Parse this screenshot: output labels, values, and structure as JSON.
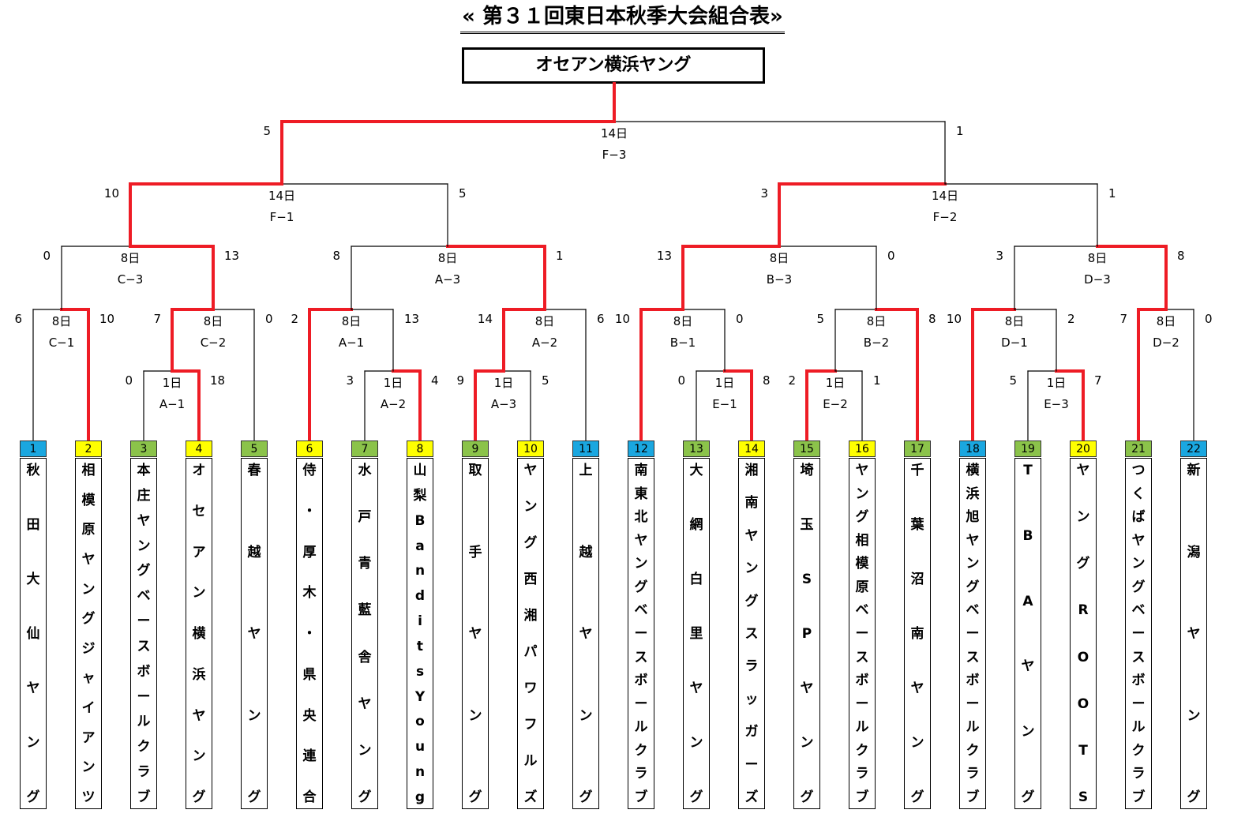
{
  "title": "« 第３１回東日本秋季大会組合表»",
  "champion": "オセアン横浜ヤング",
  "colors": {
    "winner_line": "#ee1c25",
    "line": "#000000",
    "blue": "#1aa7e0",
    "yellow": "#ffff00",
    "green": "#8bc34a"
  },
  "teams": [
    {
      "num": "1",
      "name": "秋田大仙ヤング",
      "color": "blue"
    },
    {
      "num": "2",
      "name": "相模原ヤングジャイアンツ",
      "color": "yellow"
    },
    {
      "num": "3",
      "name": "本庄ヤングベースボールクラブ",
      "color": "green"
    },
    {
      "num": "4",
      "name": "オセアン横浜ヤング",
      "color": "yellow"
    },
    {
      "num": "5",
      "name": "春越ヤング",
      "color": "green"
    },
    {
      "num": "6",
      "name": "侍・厚木・県央連合",
      "color": "yellow"
    },
    {
      "num": "7",
      "name": "水戸青藍舎ヤング",
      "color": "green"
    },
    {
      "num": "8",
      "name": "山梨BanditsYoung",
      "color": "yellow"
    },
    {
      "num": "9",
      "name": "取手ヤング",
      "color": "green"
    },
    {
      "num": "10",
      "name": "ヤング西湘パワフルズ",
      "color": "yellow"
    },
    {
      "num": "11",
      "name": "上越ヤング",
      "color": "blue"
    },
    {
      "num": "12",
      "name": "南東北ヤングベースボールクラブ",
      "color": "blue"
    },
    {
      "num": "13",
      "name": "大網白里ヤング",
      "color": "green"
    },
    {
      "num": "14",
      "name": "湘南ヤングスラッガーズ",
      "color": "yellow"
    },
    {
      "num": "15",
      "name": "埼玉SPヤング",
      "color": "green"
    },
    {
      "num": "16",
      "name": "ヤング相模原ベースボールクラブ",
      "color": "yellow"
    },
    {
      "num": "17",
      "name": "千葉沼南ヤング",
      "color": "green"
    },
    {
      "num": "18",
      "name": "横浜旭ヤングベースボールクラブ",
      "color": "blue"
    },
    {
      "num": "19",
      "name": "TBAヤング",
      "color": "green"
    },
    {
      "num": "20",
      "name": "ヤングROOTS",
      "color": "yellow"
    },
    {
      "num": "21",
      "name": "つくばヤングベースボールクラブ",
      "color": "green"
    },
    {
      "num": "22",
      "name": "新潟ヤング",
      "color": "blue"
    }
  ],
  "matches": [
    {
      "id": "A-1",
      "day": "1日",
      "ls": "0",
      "rs": "18"
    },
    {
      "id": "A-2",
      "day": "1日",
      "ls": "3",
      "rs": "4"
    },
    {
      "id": "A-3",
      "day": "1日",
      "ls": "9",
      "rs": "5"
    },
    {
      "id": "E-1",
      "day": "1日",
      "ls": "0",
      "rs": "8"
    },
    {
      "id": "E-2",
      "day": "1日",
      "ls": "2",
      "rs": "1"
    },
    {
      "id": "E-3",
      "day": "1日",
      "ls": "5",
      "rs": "7"
    },
    {
      "id": "C-1",
      "day": "8日",
      "ls": "6",
      "rs": "10"
    },
    {
      "id": "C-2",
      "day": "8日",
      "ls": "7",
      "rs": "0"
    },
    {
      "id": "A-1b",
      "label": "A−1",
      "day": "8日",
      "ls": "2",
      "rs": "13"
    },
    {
      "id": "A-2b",
      "label": "A−2",
      "day": "8日",
      "ls": "14",
      "rs": "6"
    },
    {
      "id": "B-1",
      "day": "8日",
      "ls": "10",
      "rs": "0"
    },
    {
      "id": "B-2",
      "day": "8日",
      "ls": "5",
      "rs": "8"
    },
    {
      "id": "D-1",
      "day": "8日",
      "ls": "10",
      "rs": "2"
    },
    {
      "id": "D-2",
      "day": "8日",
      "ls": "7",
      "rs": "0"
    },
    {
      "id": "C-3",
      "day": "8日",
      "ls": "0",
      "rs": "13"
    },
    {
      "id": "A-3b",
      "label": "A−3",
      "day": "8日",
      "ls": "8",
      "rs": "1"
    },
    {
      "id": "B-3",
      "day": "8日",
      "ls": "13",
      "rs": "0"
    },
    {
      "id": "D-3",
      "day": "8日",
      "ls": "3",
      "rs": "8"
    },
    {
      "id": "F-1",
      "day": "14日",
      "ls": "10",
      "rs": "5"
    },
    {
      "id": "F-2",
      "day": "14日",
      "ls": "3",
      "rs": "1"
    },
    {
      "id": "F-3",
      "day": "14日",
      "ls": "5",
      "rs": "1"
    }
  ]
}
